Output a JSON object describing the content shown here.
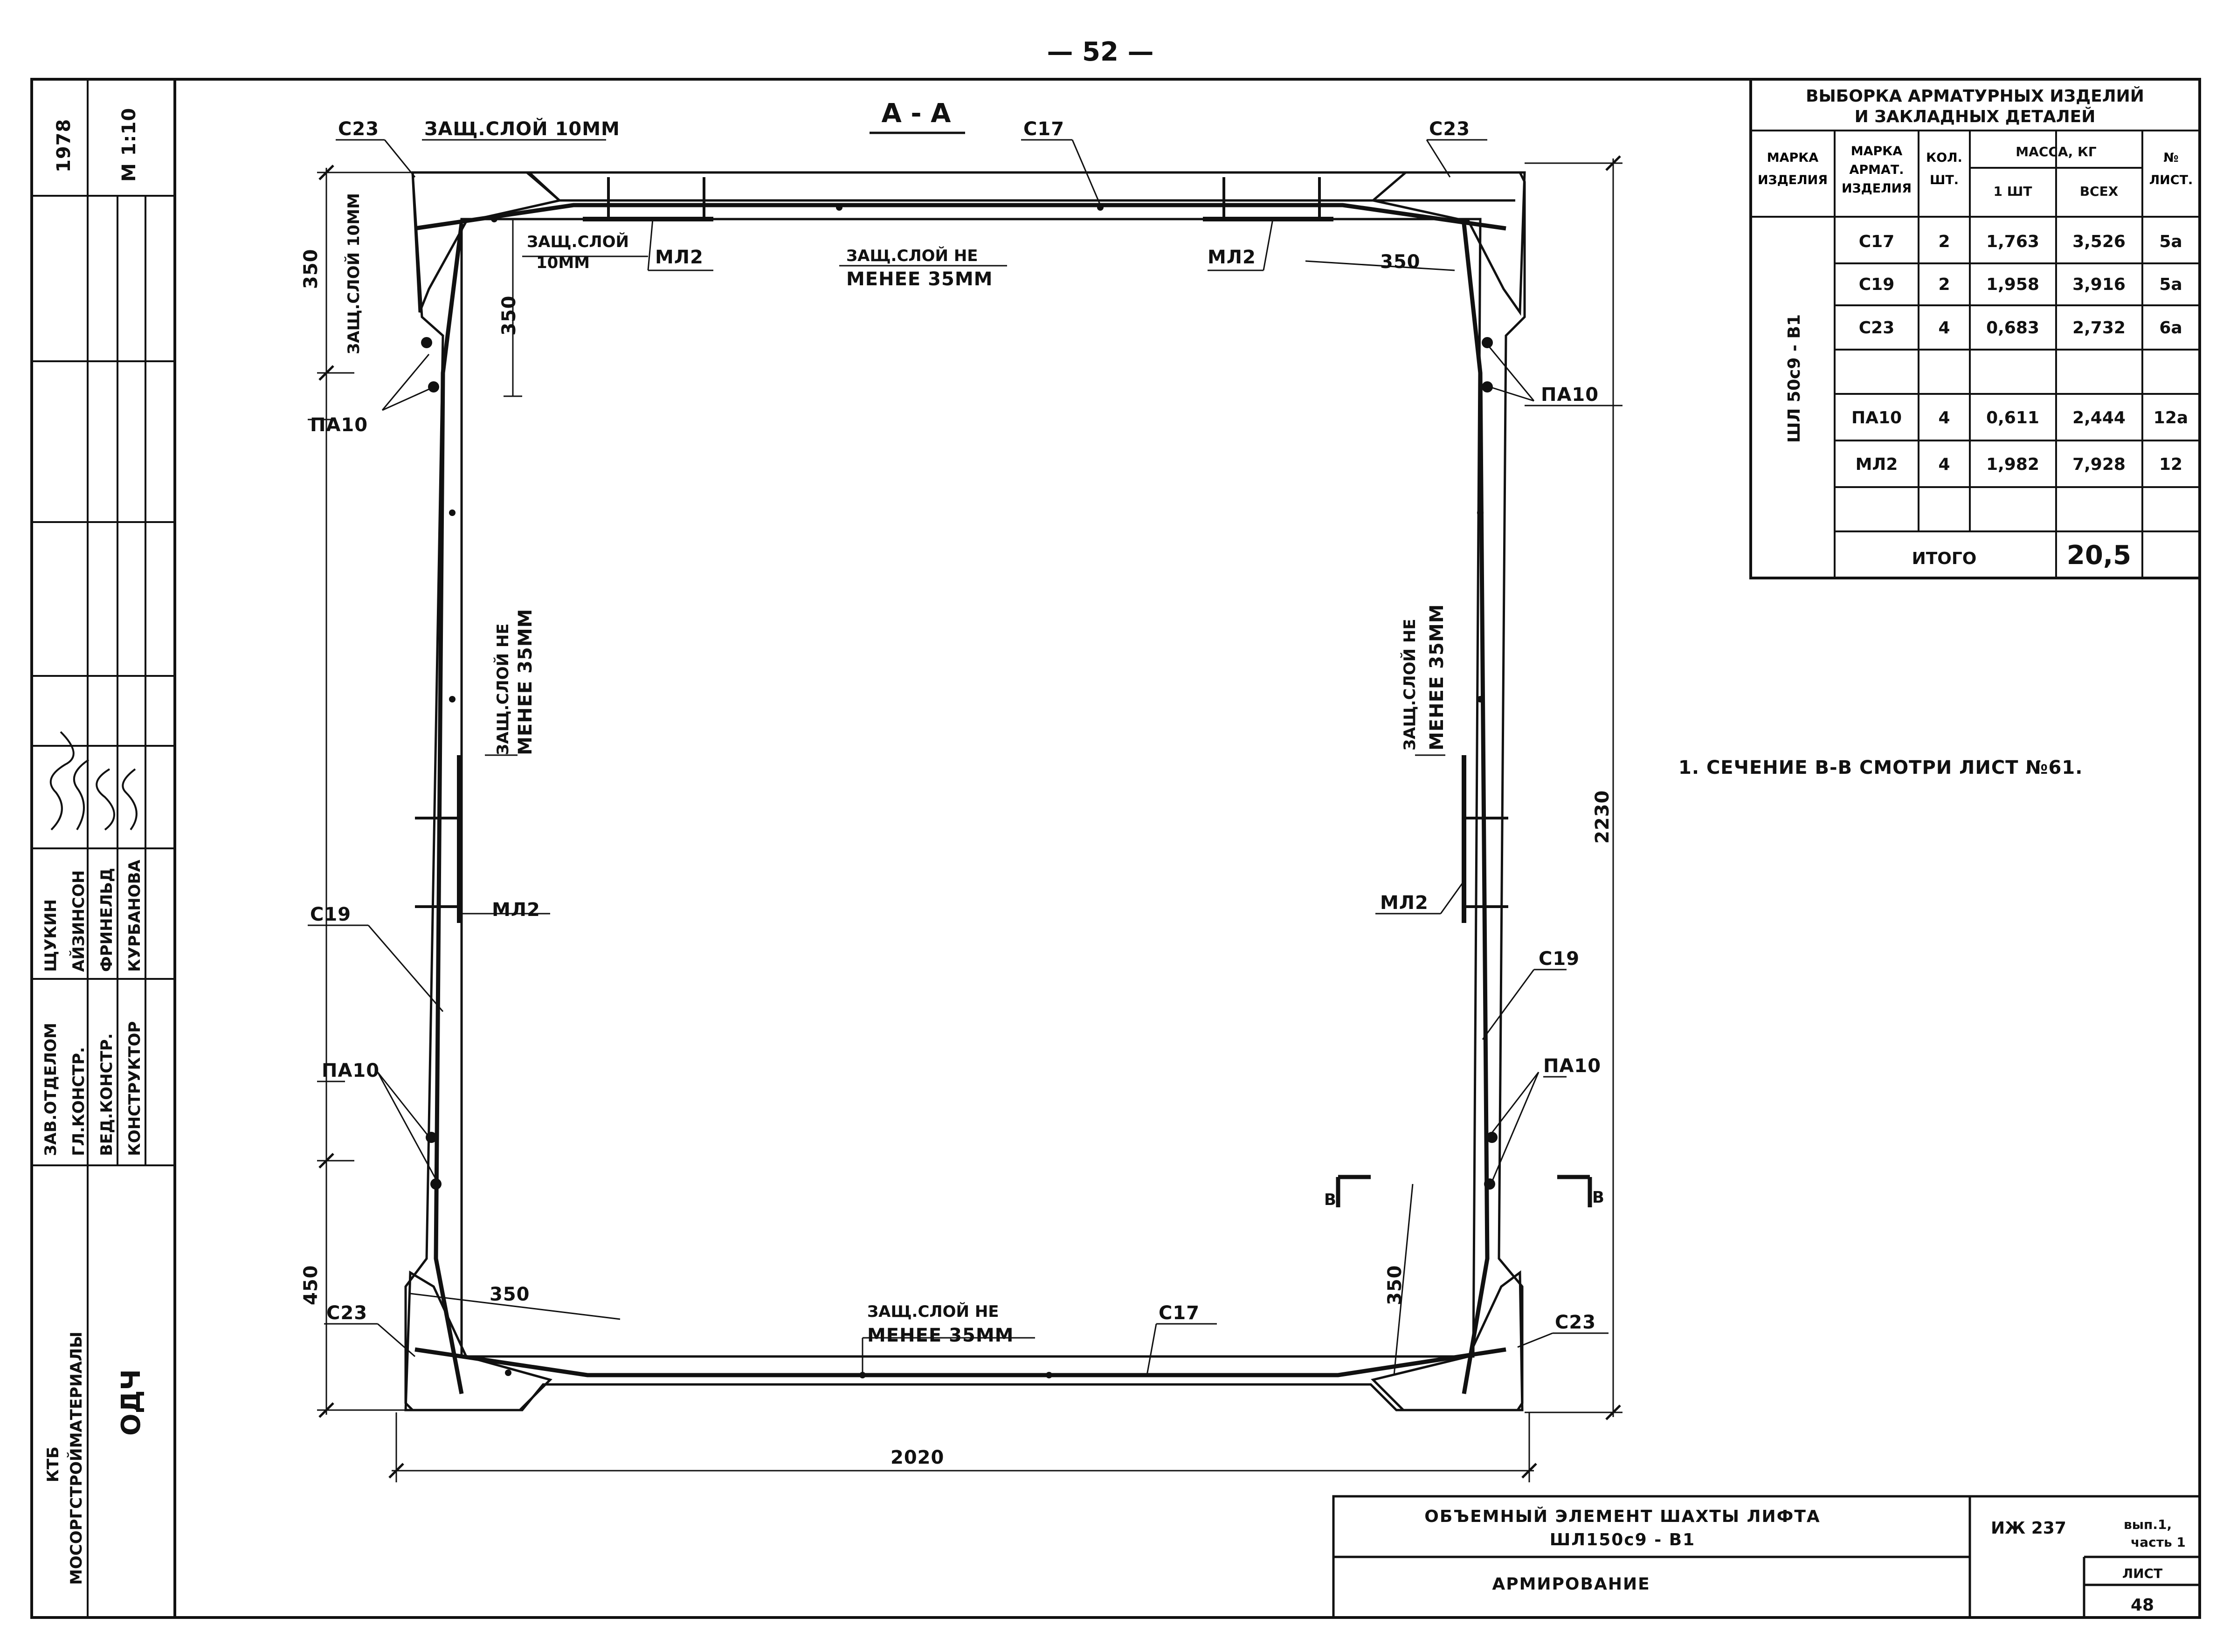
{
  "page_number": "— 52 —",
  "section_title": "А - А",
  "side_stamp": {
    "year": "1978",
    "scale": "М 1:10",
    "roles": [
      "ЗАВ.ОТДЕЛОМ",
      "ГЛ.КОНСТР.",
      "ВЕД.КОНСТР.",
      "КОНСТРУКТОР"
    ],
    "names": [
      "ЩУКИН",
      "АЙЗИНСОН",
      "ФРИНЕЛЬД",
      "КУРБАНОВА"
    ],
    "organization_line1": "КТБ",
    "organization_line2": "МОСОРГСТРОЙМАТЕРИАЛЫ",
    "code": "ОДЧ"
  },
  "drawing": {
    "labels": {
      "c23_tl": "С23",
      "c23_tr": "С23",
      "c23_bl": "С23",
      "c23_br": "С23",
      "c17_top": "С17",
      "c17_bot": "С17",
      "c19_left": "С19",
      "c19_right": "С19",
      "pa10_tl": "ПА10",
      "pa10_tr": "ПА10",
      "pa10_bl": "ПА10",
      "pa10_br": "ПА10",
      "ml2_tl": "МЛ2",
      "ml2_tr": "МЛ2",
      "ml2_ml": "МЛ2",
      "ml2_mr": "МЛ2",
      "cover_top": "ЗАЩ.СЛОЙ 10ММ",
      "cover_left_vert": "ЗАЩ.СЛОЙ 10ММ",
      "cover_inner_1": "ЗАЩ.СЛОЙ",
      "cover_inner_2": "10ММ",
      "cover35_top_1": "ЗАЩ.СЛОЙ НЕ",
      "cover35_top_2": "МЕНЕЕ 35ММ",
      "cover35_left_1": "ЗАЩ.СЛОЙ НЕ",
      "cover35_left_2": "МЕНЕЕ 35ММ",
      "cover35_right_1": "ЗАЩ.СЛОЙ НЕ",
      "cover35_right_2": "МЕНЕЕ 35ММ",
      "cover35_bot_1": "ЗАЩ.СЛОЙ НЕ",
      "cover35_bot_2": "МЕНЕЕ 35ММ",
      "section_b_left": "В",
      "section_b_right": "В"
    },
    "dimensions": {
      "d350_left_vert": "350",
      "d350_inner_vert": "350",
      "d350_top_right": "350",
      "d350_bot_left": "350",
      "d350_bot_right_vert": "350",
      "d450": "450",
      "d2230": "2230",
      "d2020": "2020"
    }
  },
  "spec_table": {
    "title_line1": "ВЫБОРКА АРМАТУРНЫХ ИЗДЕЛИЙ",
    "title_line2": "И ЗАКЛАДНЫХ ДЕТАЛЕЙ",
    "headers": {
      "product_mark": "МАРКА ИЗДЕЛИЯ",
      "rebar_mark": "МАРКА АРМАТ. ИЗДЕЛИЯ",
      "qty": "КОЛ. ШТ.",
      "mass": "МАССА, КГ",
      "mass_one": "1 ШТ",
      "mass_all": "ВСЕХ",
      "sheet": "№ ЛИСТ."
    },
    "product": "ШЛ 50с9 - В1",
    "rows": [
      {
        "mark": "С17",
        "qty": "2",
        "one": "1,763",
        "all": "3,526",
        "sheet": "5а"
      },
      {
        "mark": "С19",
        "qty": "2",
        "one": "1,958",
        "all": "3,916",
        "sheet": "5а"
      },
      {
        "mark": "С23",
        "qty": "4",
        "one": "0,683",
        "all": "2,732",
        "sheet": "6а"
      },
      {
        "mark": "",
        "qty": "",
        "one": "",
        "all": "",
        "sheet": ""
      },
      {
        "mark": "ПА10",
        "qty": "4",
        "one": "0,611",
        "all": "2,444",
        "sheet": "12а"
      },
      {
        "mark": "МЛ2",
        "qty": "4",
        "one": "1,982",
        "all": "7,928",
        "sheet": "12"
      },
      {
        "mark": "",
        "qty": "",
        "one": "",
        "all": "",
        "sheet": ""
      }
    ],
    "total_label": "ИТОГО",
    "total_value": "20,5"
  },
  "note": "1. СЕЧЕНИЕ В-В СМОТРИ ЛИСТ №61.",
  "title_block": {
    "name_line1": "ОБЪЕМНЫЙ ЭЛЕМЕНТ ШАХТЫ ЛИФТА",
    "name_line2": "ШЛ150с9 - В1",
    "subtitle": "АРМИРОВАНИЕ",
    "doc_code": "ИЖ 237",
    "issue": "вып.1,",
    "part": "часть 1",
    "sheet_label": "ЛИСТ",
    "sheet_no": "48"
  }
}
